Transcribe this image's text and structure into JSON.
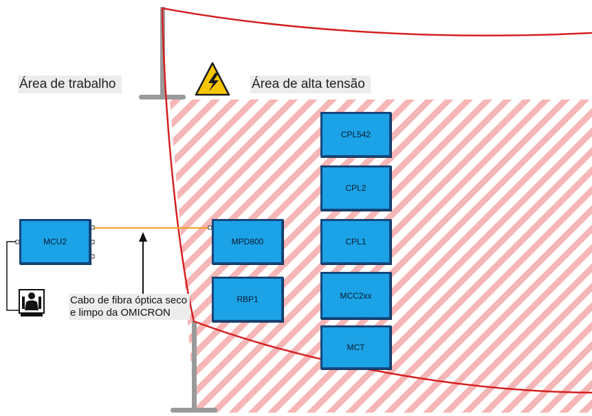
{
  "zones": {
    "work_area_label": "Área de trabalho",
    "high_voltage_label": "Área de alta tensão"
  },
  "devices": {
    "mcu2": "MCU2",
    "mpd800": "MPD800",
    "rbp1": "RBP1",
    "cpl542": "CPL542",
    "cpl2": "CPL2",
    "cpl1": "CPL1",
    "mcc2xx": "MCC2xx",
    "mct": "MCT"
  },
  "annotation": {
    "fiber_cable": "Cabo de fibra óptica seco e limpo da OMICRON"
  },
  "colors": {
    "device_fill": "#1ca2e6",
    "device_border": "#16467a",
    "barrier_rope": "#d42020",
    "hatch_stripe": "#f6b6b6",
    "fiber_cable": "#f0a020",
    "pole": "#9a9a9a",
    "warning_sign": "#f7c600"
  },
  "icons": [
    "high-voltage-warning-icon",
    "computer-user-icon"
  ]
}
